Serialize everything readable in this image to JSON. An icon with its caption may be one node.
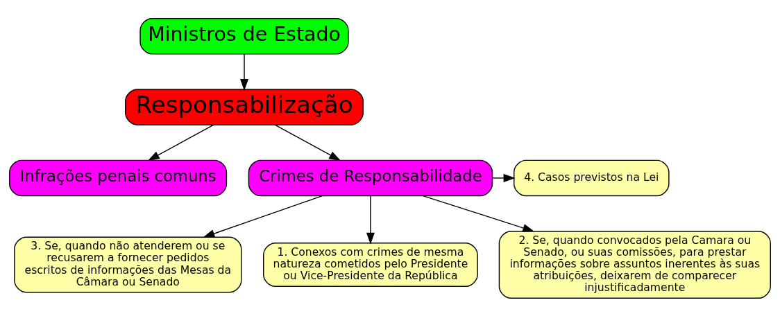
{
  "diagram": {
    "nodes": [
      {
        "text": [
          "Ministros de Estado"
        ]
      },
      {
        "text": [
          "Responsabilização"
        ]
      },
      {
        "text": [
          "Infrações penais comuns"
        ]
      },
      {
        "text": [
          "Crimes de Responsabilidade"
        ]
      },
      {
        "text": [
          "4. Casos previstos na Lei"
        ]
      },
      {
        "text": [
          "3. Se, quando não atenderem ou se recusarem a fornecer pedidos escritos de informações das Mesas da Câmara ou Senado"
        ]
      },
      {
        "text": [
          "1. Conexos com crimes de mesma natureza cometidos pelo Presidente ou Vice-Presidente da República"
        ]
      },
      {
        "text": [
          "2. Se, quando convocados pela Camara ou Senado, ou suas comissões, para prestar informações sobre assuntos inerentes às suas atribuições, deixarem de comparecer injustificadamente"
        ]
      }
    ],
    "edges": [
      {
        "from": 0,
        "to": 1,
        "arrow": "to"
      },
      {
        "from": 1,
        "to": 2,
        "arrow": "to"
      },
      {
        "from": 1,
        "to": 3,
        "arrow": "to"
      },
      {
        "from": 3,
        "to": 4,
        "arrow": "to"
      },
      {
        "from": 3,
        "to": 5,
        "arrow": "to"
      },
      {
        "from": 3,
        "to": 6,
        "arrow": "to"
      },
      {
        "from": 3,
        "to": 7,
        "arrow": "to"
      }
    ]
  }
}
